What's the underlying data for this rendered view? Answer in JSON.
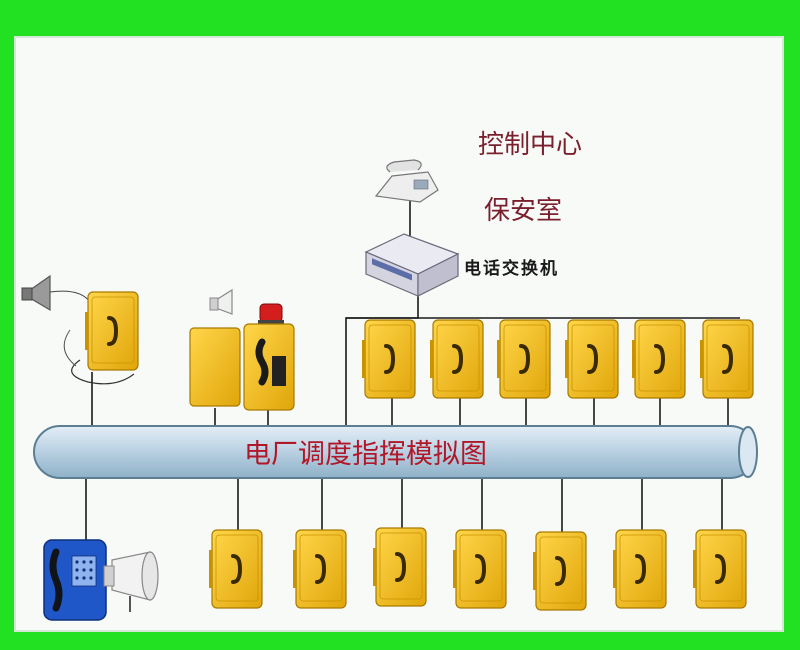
{
  "labels": {
    "control_center": "控制中心",
    "security_room": "保安室",
    "phone_switch": "电话交换机",
    "diagram_title": "电厂调度指挥模拟图"
  },
  "colors": {
    "frame": "#22e022",
    "canvas": "#f8faf8",
    "bus_fill": "#c7dcea",
    "bus_stroke": "#5b7e92",
    "phone_yellow": "#f2bd1c",
    "phone_blue": "#1f57c8",
    "label_red": "#b0182a",
    "label_dark_red": "#7a1f2e"
  },
  "icons": {
    "desk_phone": "desk-phone-icon",
    "switch": "switch-box-icon",
    "horn_speaker": "horn-speaker-icon",
    "beacon": "red-beacon-icon",
    "weatherproof_phone": "yellow-phone-icon",
    "keypad_phone": "blue-keypad-phone-icon"
  },
  "topology": {
    "upper_phone_count": 6,
    "lower_phone_count": 7
  }
}
